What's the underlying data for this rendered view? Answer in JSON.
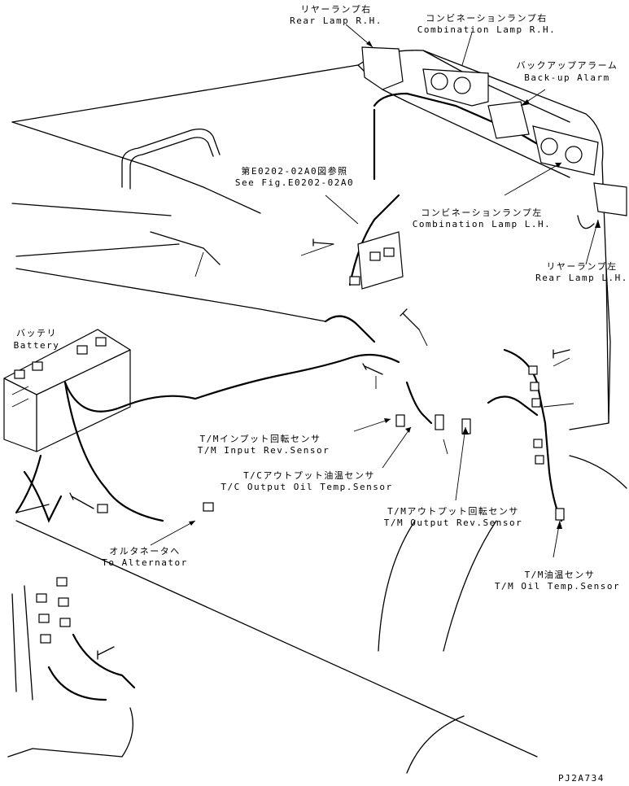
{
  "labels": {
    "rear_lamp_rh_jp": "リヤーランプ右",
    "rear_lamp_rh_en": "Rear Lamp R.H.",
    "combination_lamp_rh_jp": "コンビネーションランプ右",
    "combination_lamp_rh_en": "Combination Lamp R.H.",
    "backup_alarm_jp": "バックアップアラーム",
    "backup_alarm_en": "Back-up Alarm",
    "see_fig_jp": "第E0202-02A0図参照",
    "see_fig_en": "See Fig.E0202-02A0",
    "combination_lamp_lh_jp": "コンビネーションランプ左",
    "combination_lamp_lh_en": "Combination Lamp L.H.",
    "rear_lamp_lh_jp": "リヤーランプ左",
    "rear_lamp_lh_en": "Rear Lamp L.H.",
    "battery_jp": "バッテリ",
    "battery_en": "Battery",
    "tm_input_sensor_jp": "T/Mインプット回転センサ",
    "tm_input_sensor_en": "T/M Input Rev.Sensor",
    "tc_output_oil_temp_jp": "T/Cアウトプット油温センサ",
    "tc_output_oil_temp_en": "T/C Output Oil Temp.Sensor",
    "tm_output_sensor_jp": "T/Mアウトプット回転センサ",
    "tm_output_sensor_en": "T/M Output Rev.Sensor",
    "to_alternator_jp": "オルタネータへ",
    "to_alternator_en": "To Alternator",
    "tm_oil_temp_jp": "T/M油温センサ",
    "tm_oil_temp_en": "T/M Oil Temp.Sensor",
    "drawing_number": "PJ2A734"
  }
}
